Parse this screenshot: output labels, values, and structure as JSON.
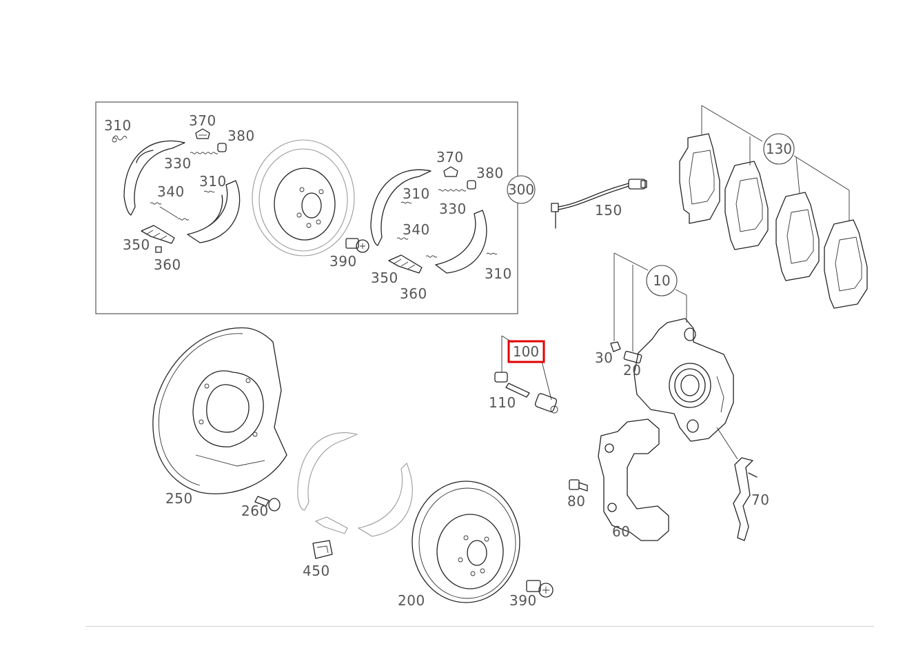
{
  "diagram": {
    "parts_in_box": {
      "p310a": "310",
      "p370a": "370",
      "p380a": "380",
      "p330a": "330",
      "p310b": "310",
      "p340a": "340",
      "p350a": "350",
      "p360a": "360",
      "p370b": "370",
      "p380b": "380",
      "p310c": "310",
      "p330b": "330",
      "p340b": "340",
      "p390a": "390",
      "p350b": "350",
      "p360b": "360",
      "p310d": "310"
    },
    "callouts": {
      "c300": "300",
      "c130": "130",
      "c10": "10",
      "c100": "100"
    },
    "parts_outside": {
      "p150": "150",
      "p30": "30",
      "p20": "20",
      "p110": "110",
      "p250": "250",
      "p260": "260",
      "p450": "450",
      "p200": "200",
      "p390b": "390",
      "p80": "80",
      "p60": "60",
      "p70": "70"
    },
    "highlight": {
      "label": "100",
      "color": "#e00000"
    },
    "line_color": "#222222",
    "label_color": "#555555"
  }
}
